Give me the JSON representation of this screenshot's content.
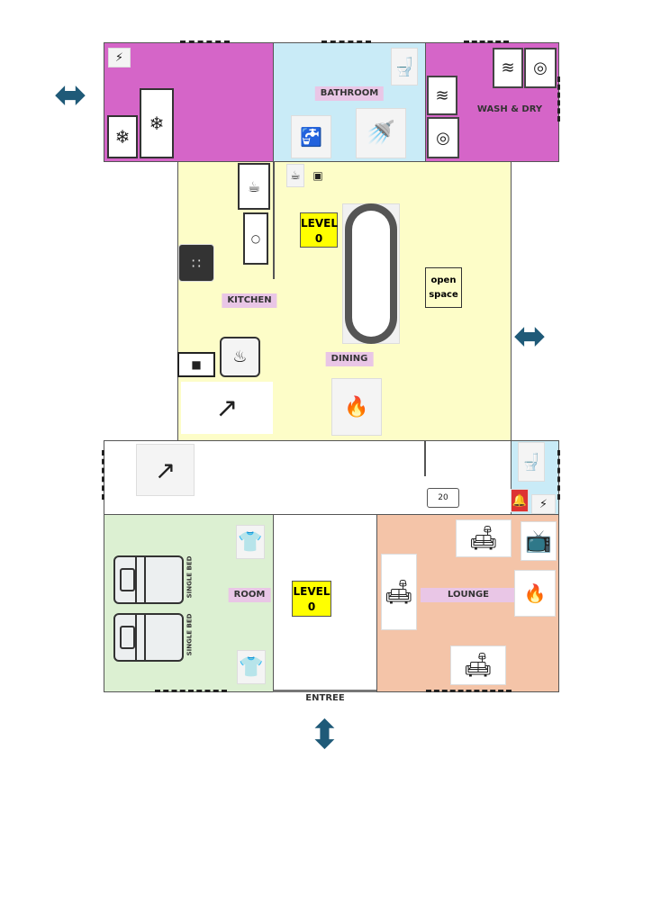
{
  "rooms": {
    "bathroom": "BATHROOM",
    "wash_dry": "WASH & DRY",
    "kitchen": "KITCHEN",
    "dining": "DINING",
    "open_space_line1": "open",
    "open_space_line2": "space",
    "room": "ROOM",
    "lounge": "LOUNGE",
    "entree": "ENTREE"
  },
  "level_badges": [
    {
      "line1": "LEVEL",
      "line2": "0"
    },
    {
      "line1": "LEVEL",
      "line2": "0"
    }
  ],
  "bed_labels": [
    "SINGLE BED",
    "SINGLE BED"
  ],
  "thermostat": "20",
  "colors": {
    "storage": "#d565c8",
    "bathroom": "#c9ebf7",
    "kitchen_dining": "#fdfdc8",
    "room": "#dcf0d2",
    "lounge": "#f4c4a8",
    "label_bg": "#e9c6e6",
    "level": "#ffff00",
    "arrow": "#1f5a78"
  }
}
